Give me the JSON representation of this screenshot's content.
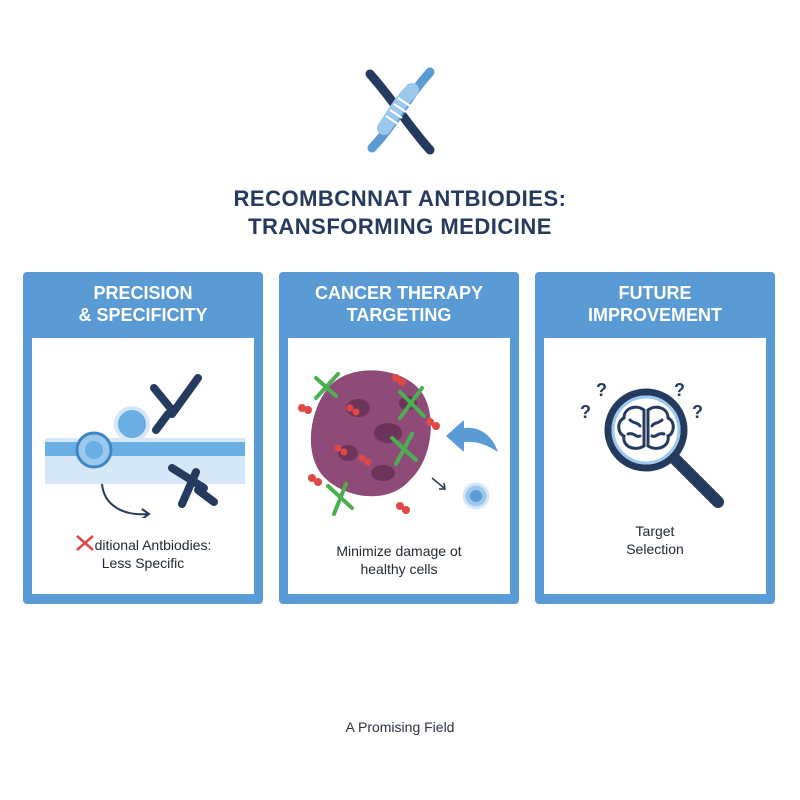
{
  "title": {
    "line1": "RECOMBCNNAT ANTBIODIES:",
    "line2": "TRANSFORMING MEDICINE"
  },
  "panels": [
    {
      "heading_line1": "PRECISION",
      "heading_line2": "& SPECIFICITY",
      "caption_line1": "ditional Antbiodies:",
      "caption_line2": "Less Specific"
    },
    {
      "heading_line1": "CANCER THERAPY",
      "heading_line2": "TARGETING",
      "caption_line1": "Minimize damage ot",
      "caption_line2": "healthy cells"
    },
    {
      "heading_line1": "FUTURE",
      "heading_line2": "IMPROVEMENT",
      "caption_line1": "Target",
      "caption_line2": "Selection"
    }
  ],
  "footer": "A Promising Field",
  "colors": {
    "panel_blue": "#5b9bd5",
    "navy": "#243a5e",
    "light_blue": "#9cc8ee",
    "tumor_purple": "#8e4b78",
    "antibody_green": "#4caf50",
    "antigen_red": "#e04848"
  }
}
